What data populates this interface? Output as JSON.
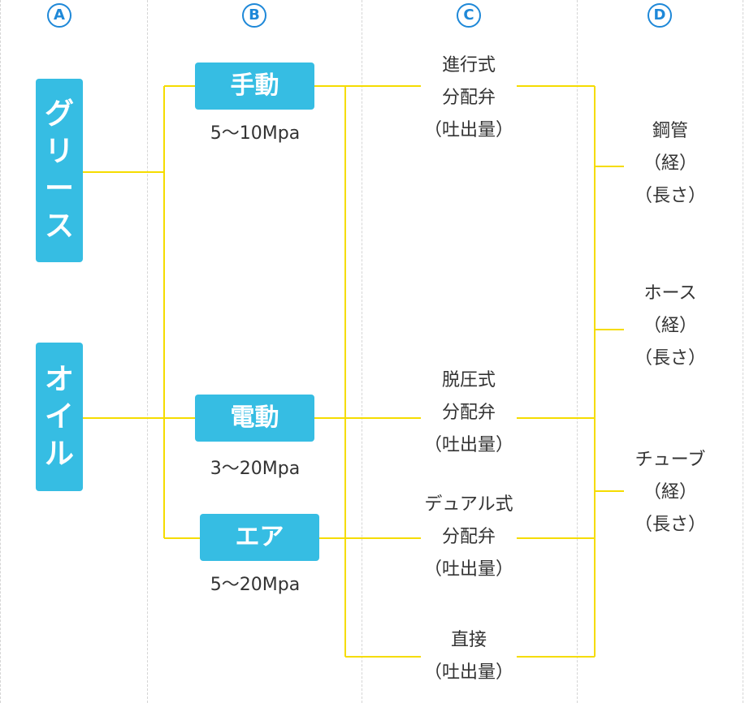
{
  "columns": {
    "a": "A",
    "b": "B",
    "c": "C",
    "d": "D"
  },
  "lubricants": [
    {
      "label": [
        "グ",
        "リ",
        "ー",
        "ス"
      ]
    },
    {
      "label": [
        "オ",
        "イ",
        "ル"
      ]
    }
  ],
  "methods": [
    {
      "label": "手動",
      "pressure": "5～10Mpa"
    },
    {
      "label": "電動",
      "pressure": "3～20Mpa"
    },
    {
      "label": "エア",
      "pressure": "5～20Mpa"
    }
  ],
  "valves": [
    {
      "lines": [
        "進行式",
        "分配弁",
        "（吐出量）"
      ]
    },
    {
      "lines": [
        "脱圧式",
        "分配弁",
        "（吐出量）"
      ]
    },
    {
      "lines": [
        "デュアル式",
        "分配弁",
        "（吐出量）"
      ]
    },
    {
      "lines": [
        "直接",
        "（吐出量）"
      ]
    }
  ],
  "pipes": [
    {
      "lines": [
        "鋼管",
        "（経）",
        "（長さ）"
      ]
    },
    {
      "lines": [
        "ホース",
        "（経）",
        "（長さ）"
      ]
    },
    {
      "lines": [
        "チューブ",
        "（経）",
        "（長さ）"
      ]
    }
  ],
  "colors": {
    "box": "#36bde3",
    "line": "#f5dc00",
    "circle": "#1e88d8"
  }
}
